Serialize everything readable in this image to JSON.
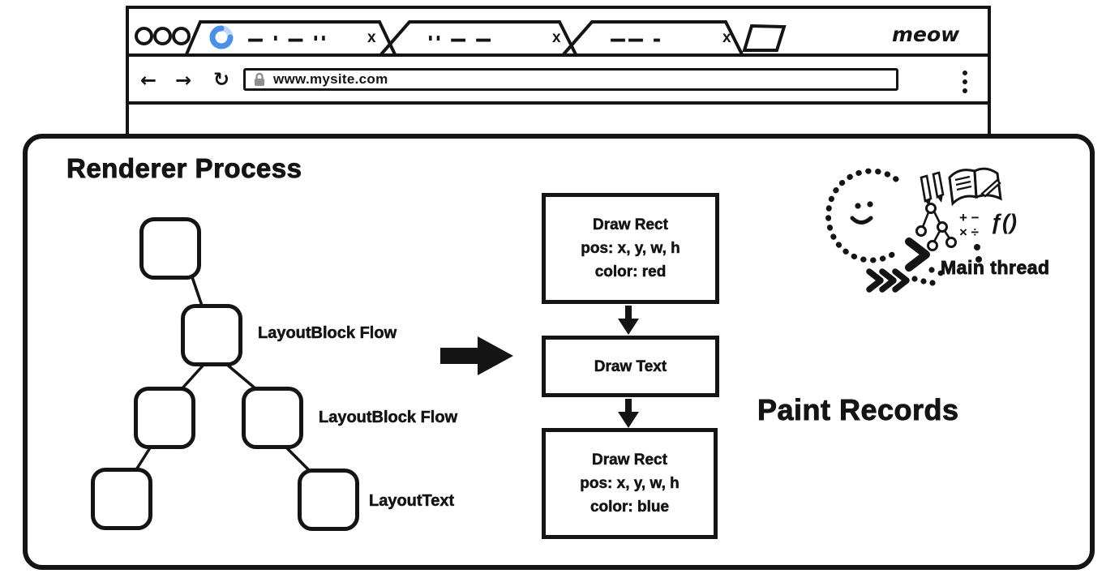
{
  "colors": {
    "ink": "#141414",
    "spinner_blue": "#4a8fe8",
    "spinner_light": "#bdd8f8",
    "lock_gray": "#8f8f8f"
  },
  "browser": {
    "brand": "meow",
    "url": "www.mysite.com",
    "tabs": [
      {
        "scribble": "— · — ··",
        "close": "x"
      },
      {
        "scribble": "·· — —",
        "close": "x"
      },
      {
        "scribble": "—— –",
        "close": "x"
      }
    ],
    "nav": {
      "back": "←",
      "forward": "→",
      "reload": "↻"
    }
  },
  "renderer": {
    "title": "Renderer Process",
    "tree_labels": [
      "LayoutBlock Flow",
      "LayoutBlock Flow",
      "LayoutText"
    ],
    "paint_records_label": "Paint Records",
    "paint_steps": [
      {
        "lines": [
          "Draw Rect",
          "pos: x, y, w, h",
          "color: red"
        ]
      },
      {
        "lines": [
          "Draw Text"
        ]
      },
      {
        "lines": [
          "Draw Rect",
          "pos: x, y, w, h",
          "color: blue"
        ]
      }
    ],
    "main_thread_label": "Main thread",
    "doodles": {
      "plus_minus": "+ −",
      "times_divide": "× ÷",
      "function": "ƒ()"
    }
  }
}
